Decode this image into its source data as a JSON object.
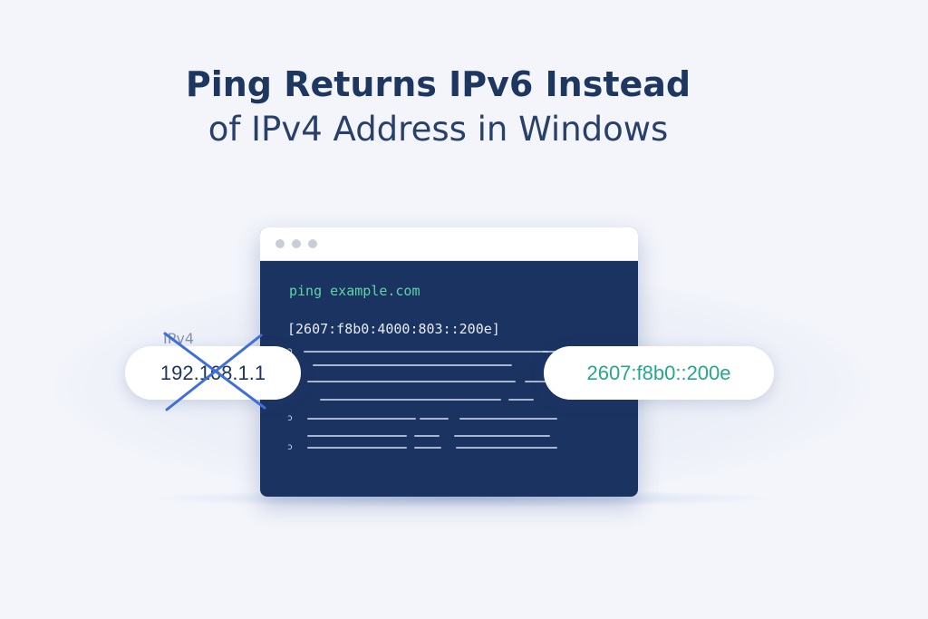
{
  "title": {
    "line1": "Ping Returns IPv6 Instead",
    "line2": "of IPv4 Address in Windows"
  },
  "terminal": {
    "command": "ping example.com",
    "resolved_address": "[2607:f8b0:4000:803::200e]",
    "window_control_color": "#c9cdd6",
    "background_color": "#1b3361",
    "command_color": "#5fd3a6"
  },
  "ipv4_card": {
    "label": "IPv4",
    "address": "192.168.1.1",
    "crossed_out": true,
    "cross_color": "#3f6fdc"
  },
  "ipv6_card": {
    "address": "2607:f8b0::200e",
    "text_color": "#24a88a"
  }
}
